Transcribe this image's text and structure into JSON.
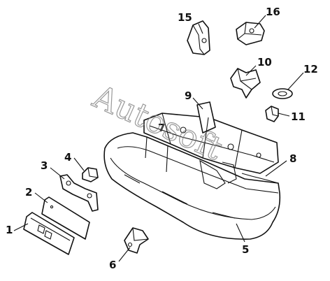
{
  "watermark": "Autosoft",
  "callouts": {
    "c1": "1",
    "c2": "2",
    "c3": "3",
    "c4": "4",
    "c5": "5",
    "c6": "6",
    "c7": "7",
    "c8": "8",
    "c9": "9",
    "c10": "10",
    "c11": "11",
    "c12": "12",
    "c15": "15",
    "c16": "16"
  },
  "colors": {
    "line": "#111111",
    "watermark": "#777777",
    "background": "#ffffff"
  }
}
